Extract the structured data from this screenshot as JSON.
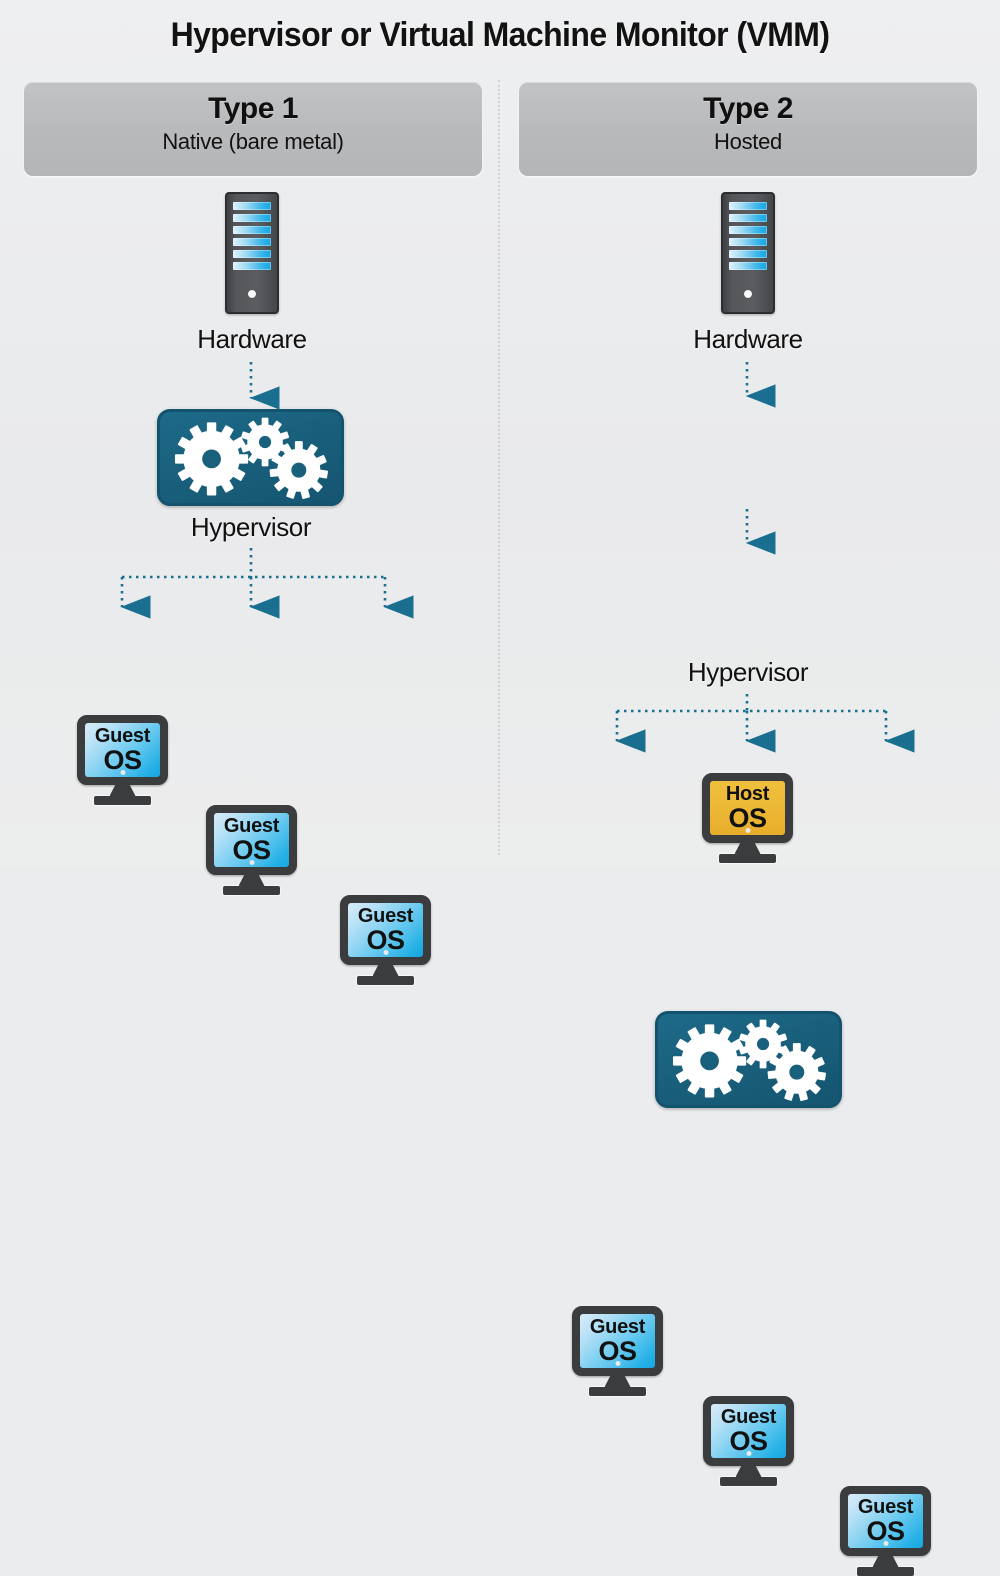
{
  "title": "Hypervisor or Virtual Machine Monitor (VMM)",
  "accent_colors": {
    "hypervisor_teal": "#19607c",
    "arrow_teal": "#1a6f91",
    "guest_screen_blue": "#23b0e6",
    "host_screen_gold": "#ecb836",
    "header_gray": "#b9babc",
    "background": "#ebecee",
    "server_body": "#54565a"
  },
  "columns": [
    {
      "id": "type1",
      "header": {
        "title": "Type 1",
        "subtitle": "Native (bare metal)"
      },
      "hardware": {
        "label": "Hardware",
        "icon": "server-tower-icon",
        "slots": 6
      },
      "host_os": null,
      "hypervisor": {
        "label": "Hypervisor",
        "icon": "gears-icon",
        "gears": 3
      },
      "guests": [
        {
          "line1": "Guest",
          "line2": "OS"
        },
        {
          "line1": "Guest",
          "line2": "OS"
        },
        {
          "line1": "Guest",
          "line2": "OS"
        }
      ]
    },
    {
      "id": "type2",
      "header": {
        "title": "Type 2",
        "subtitle": "Hosted"
      },
      "hardware": {
        "label": "Hardware",
        "icon": "server-tower-icon",
        "slots": 6
      },
      "host_os": {
        "line1": "Host",
        "line2": "OS",
        "icon": "monitor-icon"
      },
      "hypervisor": {
        "label": "Hypervisor",
        "icon": "gears-icon",
        "gears": 3
      },
      "guests": [
        {
          "line1": "Guest",
          "line2": "OS"
        },
        {
          "line1": "Guest",
          "line2": "OS"
        },
        {
          "line1": "Guest",
          "line2": "OS"
        }
      ]
    }
  ]
}
